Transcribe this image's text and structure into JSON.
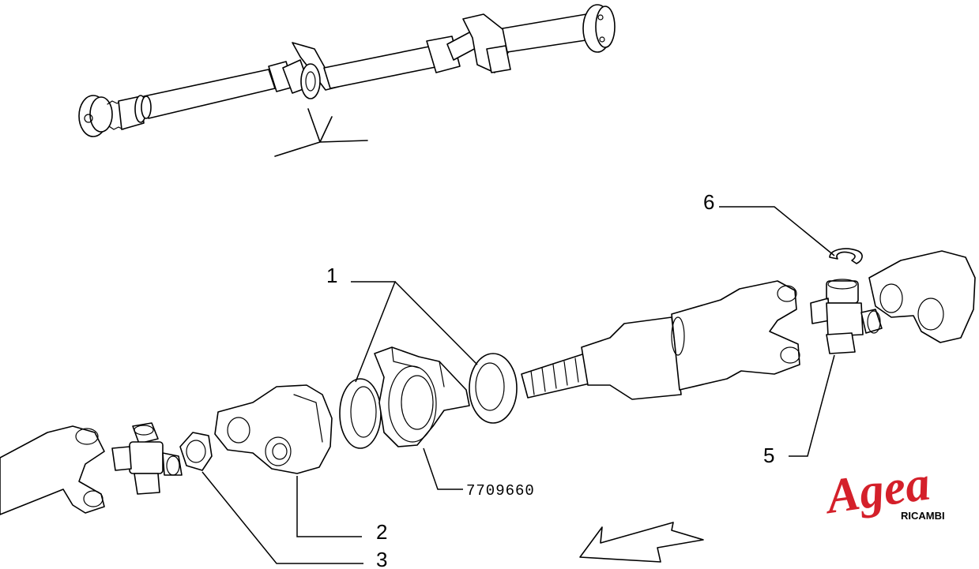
{
  "callouts": {
    "c1": "1",
    "c2": "2",
    "c3": "3",
    "c5": "5",
    "c6": "6",
    "part_code": "7709660"
  },
  "logo": {
    "brand": "Agea",
    "sub": "RICAMBI",
    "color": "#d4202a"
  }
}
